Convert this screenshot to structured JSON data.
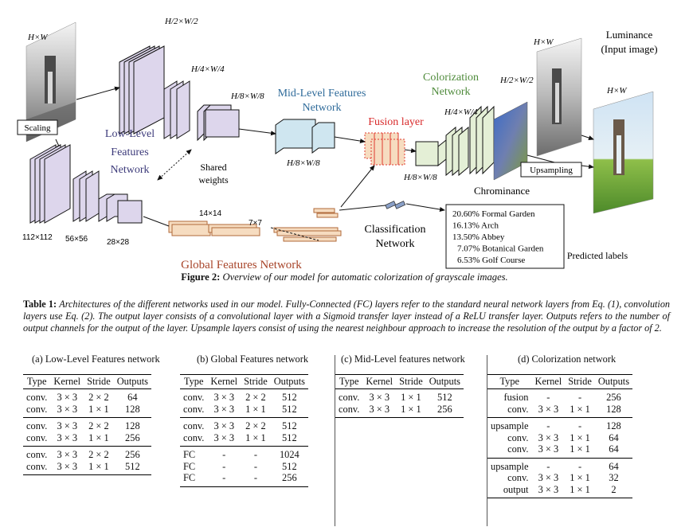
{
  "figure": {
    "dims": {
      "input": "H×W",
      "low1": "H/2×W/2",
      "low2": "H/4×W/4",
      "low3": "H/8×W/8",
      "mid": "H/8×W/8",
      "col_top": "H/2×W/2",
      "col_mid": "H/4×W/4",
      "col_bot": "H/8×W/8",
      "lum": "H×W",
      "out": "H×W",
      "s112": "112×112",
      "s56": "56×56",
      "s28": "28×28",
      "s14": "14×14",
      "s7": "7×7"
    },
    "labels": {
      "scaling": "Scaling",
      "low_level_1": "Low-Level",
      "low_level_2": "Features",
      "low_level_3": "Network",
      "shared_1": "Shared",
      "shared_2": "weights",
      "mid_level_1": "Mid-Level Features",
      "mid_level_2": "Network",
      "fusion": "Fusion layer",
      "colorization_1": "Colorization",
      "colorization_2": "Network",
      "luminance_1": "Luminance",
      "luminance_2": "(Input image)",
      "upsampling": "Upsampling",
      "chrominance": "Chrominance",
      "classification_1": "Classification",
      "classification_2": "Network",
      "global": "Global Features Network",
      "predicted": "Predicted labels"
    },
    "predictions": [
      "20.60% Formal Garden",
      "16.13% Arch",
      "13.50% Abbey",
      "7.07% Botanical Garden",
      "6.53% Golf Course"
    ],
    "colors": {
      "lowlevel": "#ddd6ec",
      "midlevel": "#cfe6f0",
      "global": "#f6dcc0",
      "colorization": "#e4efd6",
      "fusion": "#e03a2f",
      "fusion_text": "#d8292a",
      "global_text": "#a8452a",
      "mid_text": "#2f6b9a",
      "col_text": "#4e8a3a"
    }
  },
  "figure_caption": {
    "label": "Figure 2:",
    "text": "Overview of our model for automatic colorization of grayscale images."
  },
  "table_caption": {
    "label": "Table 1:",
    "text": "Architectures of the different networks used in our model. Fully-Connected (FC) layers refer to the standard neural network layers from Eq. (1), convolution layers use Eq. (2). The output layer consists of a convolutional layer with a Sigmoid transfer layer instead of a ReLU transfer layer. Outputs refers to the number of output channels for the output of the layer. Upsample layers consist of using the nearest neighbour approach to increase the resolution of the output by a factor of 2."
  },
  "tables": [
    {
      "title": "(a) Low-Level Features network",
      "headers": [
        "Type",
        "Kernel",
        "Stride",
        "Outputs"
      ],
      "groups": [
        [
          [
            "conv.",
            "3 × 3",
            "2 × 2",
            "64"
          ],
          [
            "conv.",
            "3 × 3",
            "1 × 1",
            "128"
          ]
        ],
        [
          [
            "conv.",
            "3 × 3",
            "2 × 2",
            "128"
          ],
          [
            "conv.",
            "3 × 3",
            "1 × 1",
            "256"
          ]
        ],
        [
          [
            "conv.",
            "3 × 3",
            "2 × 2",
            "256"
          ],
          [
            "conv.",
            "3 × 3",
            "1 × 1",
            "512"
          ]
        ]
      ]
    },
    {
      "title": "(b) Global Features network",
      "headers": [
        "Type",
        "Kernel",
        "Stride",
        "Outputs"
      ],
      "groups": [
        [
          [
            "conv.",
            "3 × 3",
            "2 × 2",
            "512"
          ],
          [
            "conv.",
            "3 × 3",
            "1 × 1",
            "512"
          ]
        ],
        [
          [
            "conv.",
            "3 × 3",
            "2 × 2",
            "512"
          ],
          [
            "conv.",
            "3 × 3",
            "1 × 1",
            "512"
          ]
        ],
        [
          [
            "FC",
            "-",
            "-",
            "1024"
          ],
          [
            "FC",
            "-",
            "-",
            "512"
          ],
          [
            "FC",
            "-",
            "-",
            "256"
          ]
        ]
      ]
    },
    {
      "title": "(c) Mid-Level features network",
      "headers": [
        "Type",
        "Kernel",
        "Stride",
        "Outputs"
      ],
      "groups": [
        [
          [
            "conv.",
            "3 × 3",
            "1 × 1",
            "512"
          ],
          [
            "conv.",
            "3 × 3",
            "1 × 1",
            "256"
          ]
        ]
      ]
    },
    {
      "title": "(d) Colorization network",
      "headers": [
        "Type",
        "Kernel",
        "Stride",
        "Outputs"
      ],
      "groups": [
        [
          [
            "fusion",
            "-",
            "-",
            "256"
          ],
          [
            "conv.",
            "3 × 3",
            "1 × 1",
            "128"
          ]
        ],
        [
          [
            "upsample",
            "-",
            "-",
            "128"
          ],
          [
            "conv.",
            "3 × 3",
            "1 × 1",
            "64"
          ],
          [
            "conv.",
            "3 × 3",
            "1 × 1",
            "64"
          ]
        ],
        [
          [
            "upsample",
            "-",
            "-",
            "64"
          ],
          [
            "conv.",
            "3 × 3",
            "1 × 1",
            "32"
          ],
          [
            "output",
            "3 × 3",
            "1 × 1",
            "2"
          ]
        ]
      ]
    }
  ]
}
